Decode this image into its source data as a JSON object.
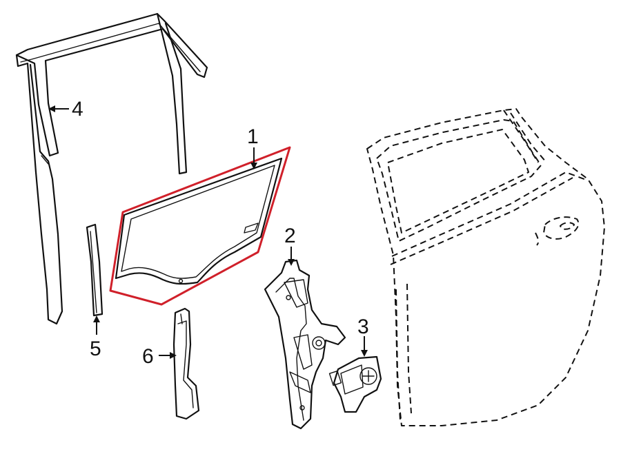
{
  "diagram": {
    "highlight_color": "#d0202a",
    "callouts": [
      {
        "id": "1",
        "label": "1",
        "part": "door-glass"
      },
      {
        "id": "2",
        "label": "2",
        "part": "window-regulator"
      },
      {
        "id": "3",
        "label": "3",
        "part": "regulator-motor"
      },
      {
        "id": "4",
        "label": "4",
        "part": "run-channel"
      },
      {
        "id": "5",
        "label": "5",
        "part": "front-channel-seal"
      },
      {
        "id": "6",
        "label": "6",
        "part": "rear-glass-guide"
      }
    ]
  }
}
